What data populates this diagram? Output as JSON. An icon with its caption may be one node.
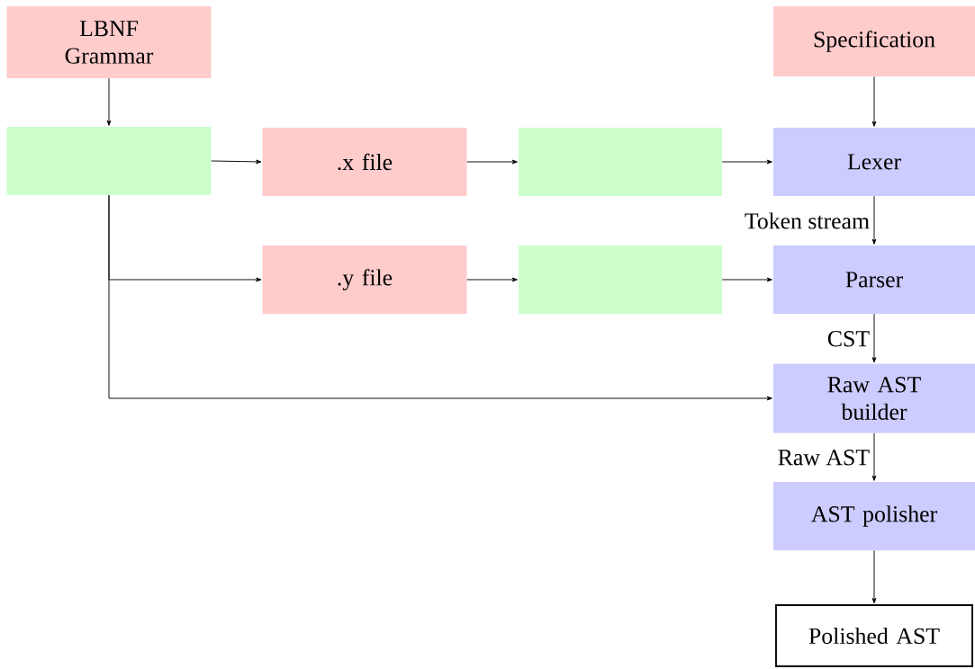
{
  "diagram": {
    "nodes": [
      {
        "text": [
          "LBNF Grammar"
        ]
      },
      {
        "text": [
          "Specification"
        ]
      },
      {
        "text": [],
        "shape": "box"
      },
      {
        "text": [
          ".x file"
        ]
      },
      {
        "text": [],
        "shape": "box"
      },
      {
        "text": [
          "Lexer"
        ]
      },
      {
        "text": [
          ".y file"
        ]
      },
      {
        "text": [],
        "shape": "box"
      },
      {
        "text": [
          "Parser"
        ]
      },
      {
        "text": [
          "Raw AST builder"
        ]
      },
      {
        "text": [
          "AST polisher"
        ]
      },
      {
        "text": [
          "Polished AST"
        ]
      }
    ],
    "edges": [
      {
        "from": 0,
        "to": 2,
        "arrow": "to"
      },
      {
        "from": 1,
        "to": 5,
        "arrow": "to"
      },
      {
        "from": 2,
        "to": 3,
        "arrow": "to"
      },
      {
        "from": 3,
        "to": 4,
        "arrow": "to"
      },
      {
        "from": 4,
        "to": 5,
        "arrow": "to"
      },
      {
        "from": 2,
        "to": 6,
        "arrow": "to"
      },
      {
        "from": 6,
        "to": 7,
        "arrow": "to"
      },
      {
        "from": 7,
        "to": 8,
        "arrow": "to"
      },
      {
        "from": 5,
        "to": 8,
        "arrow": "to",
        "label": "Token stream"
      },
      {
        "from": 8,
        "to": 9,
        "arrow": "to",
        "label": "CST"
      },
      {
        "from": 2,
        "to": 9,
        "arrow": "to"
      },
      {
        "from": 9,
        "to": 10,
        "arrow": "to",
        "label": "Raw AST"
      },
      {
        "from": 10,
        "to": 11,
        "arrow": "to"
      }
    ]
  }
}
